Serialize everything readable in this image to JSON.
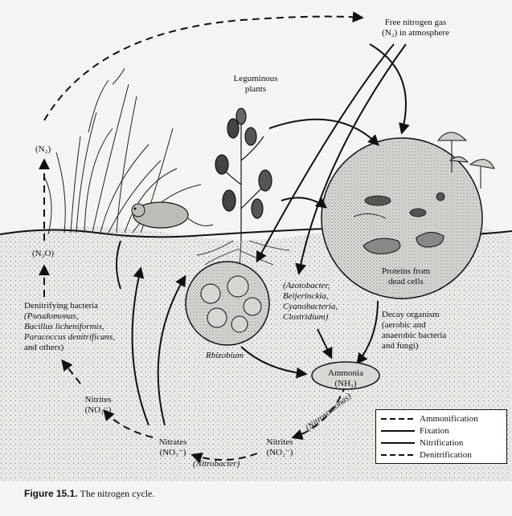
{
  "labels": {
    "free_n2": "Free nitrogen gas",
    "free_n2_formula": "(N₂) in atmosphere",
    "leguminous": "Leguminous",
    "leguminous2": "plants",
    "n2": "(N₂)",
    "n2o": "(N₂O)",
    "denitrifying": "Denitrifying bacteria",
    "denit_1": "(Pseudomonas,",
    "denit_2": "Bacillus licheniformis,",
    "denit_3": "Paracoccus denitrificans,",
    "denit_4": "and others)",
    "nitrites_left": "Nitrites",
    "nitrites_left_f": "(NO₂⁻)",
    "nitrates": "Nitrates",
    "nitrates_f": "(NO₃⁻)",
    "nitrobacter": "(Nitrobacter)",
    "nitrites_bottom": "Nitrites",
    "nitrites_bottom_f": "(NO₂⁻)",
    "nitrosomonas": "(Nitrosomonas)",
    "ammonia": "Ammonia",
    "ammonia_f": "(NH₃)",
    "rhizobium": "Rhizobium",
    "fixers_1": "(Azotobacter,",
    "fixers_2": "Beijerinckia,",
    "fixers_3": "Cyanobacteria,",
    "fixers_4": "Clostridium)",
    "proteins_1": "Proteins from",
    "proteins_2": "dead cells",
    "decay_1": "Decay organism",
    "decay_2": "(aerobic and",
    "decay_3": "anaerobic bacteria",
    "decay_4": "and fungi)"
  },
  "legend": [
    {
      "label": "Ammonification",
      "style": "dashed"
    },
    {
      "label": "Fixation",
      "style": "solid"
    },
    {
      "label": "Nitrification",
      "style": "solid"
    },
    {
      "label": "Denitrification",
      "style": "dashed"
    }
  ],
  "caption": {
    "figure": "Figure 15.1.",
    "text": "The nitrogen cycle."
  },
  "colors": {
    "ink": "#111111",
    "paper": "#f4f4f2"
  }
}
